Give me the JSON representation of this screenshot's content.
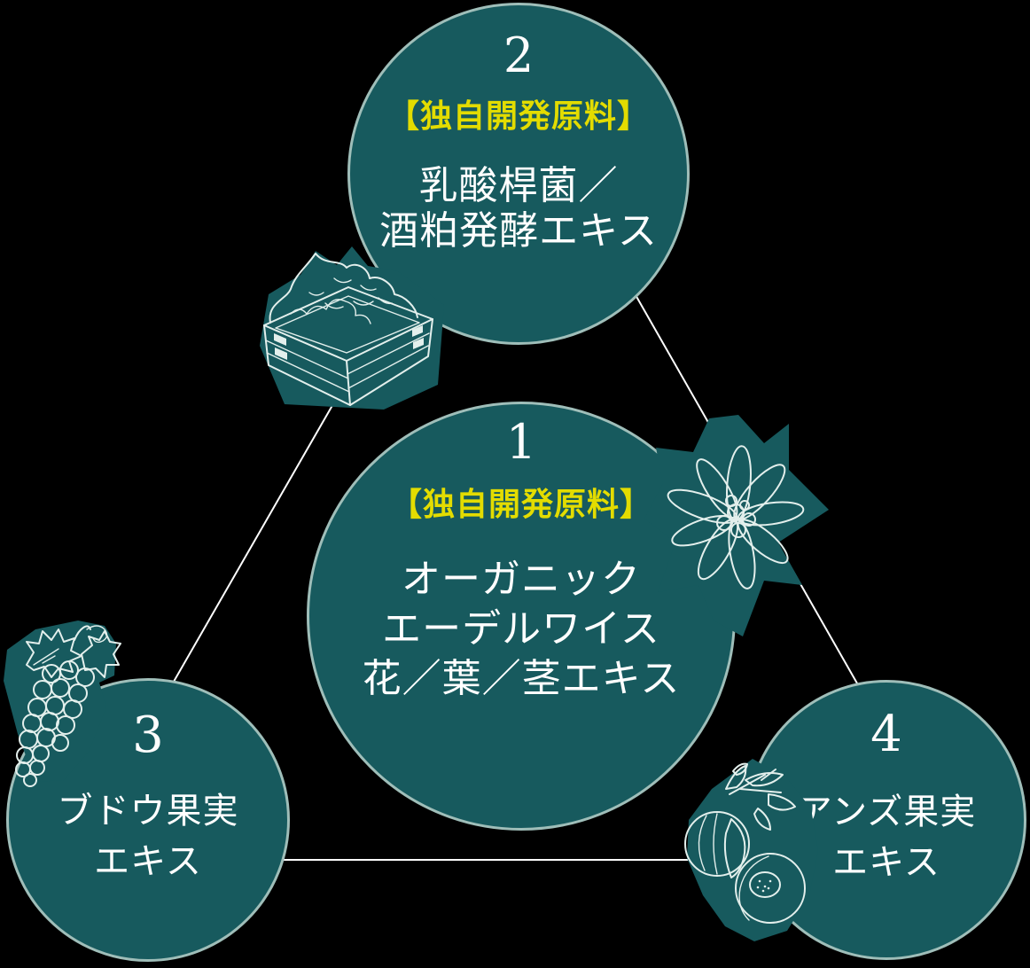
{
  "page": {
    "background_color": "#000000"
  },
  "palette": {
    "circle_fill": "#175a5e",
    "circle_border": "#9fbeb9",
    "highlight_yellow": "#e3dc00",
    "text_white": "#ffffff",
    "connector_line": "#ffffff",
    "illustration_stroke": "#e3efec"
  },
  "circles": [
    {
      "id": "1",
      "number": "1",
      "label": "【独自開発原料】",
      "lines": [
        "オーガニック",
        "エーデルワイス",
        "花／葉／茎エキス"
      ]
    },
    {
      "id": "2",
      "number": "2",
      "label": "【独自開発原料】",
      "lines": [
        "乳酸桿菌／",
        "酒粕発酵エキス"
      ]
    },
    {
      "id": "3",
      "number": "3",
      "lines": [
        "ブドウ果実",
        "エキス"
      ]
    },
    {
      "id": "4",
      "number": "4",
      "lines": [
        "アンズ果実",
        "エキス"
      ]
    }
  ],
  "illustrations": [
    {
      "name": "sake-lees-box-illustration"
    },
    {
      "name": "edelweiss-flower-illustration"
    },
    {
      "name": "grape-bunch-illustration"
    },
    {
      "name": "apricot-fruit-illustration"
    }
  ]
}
